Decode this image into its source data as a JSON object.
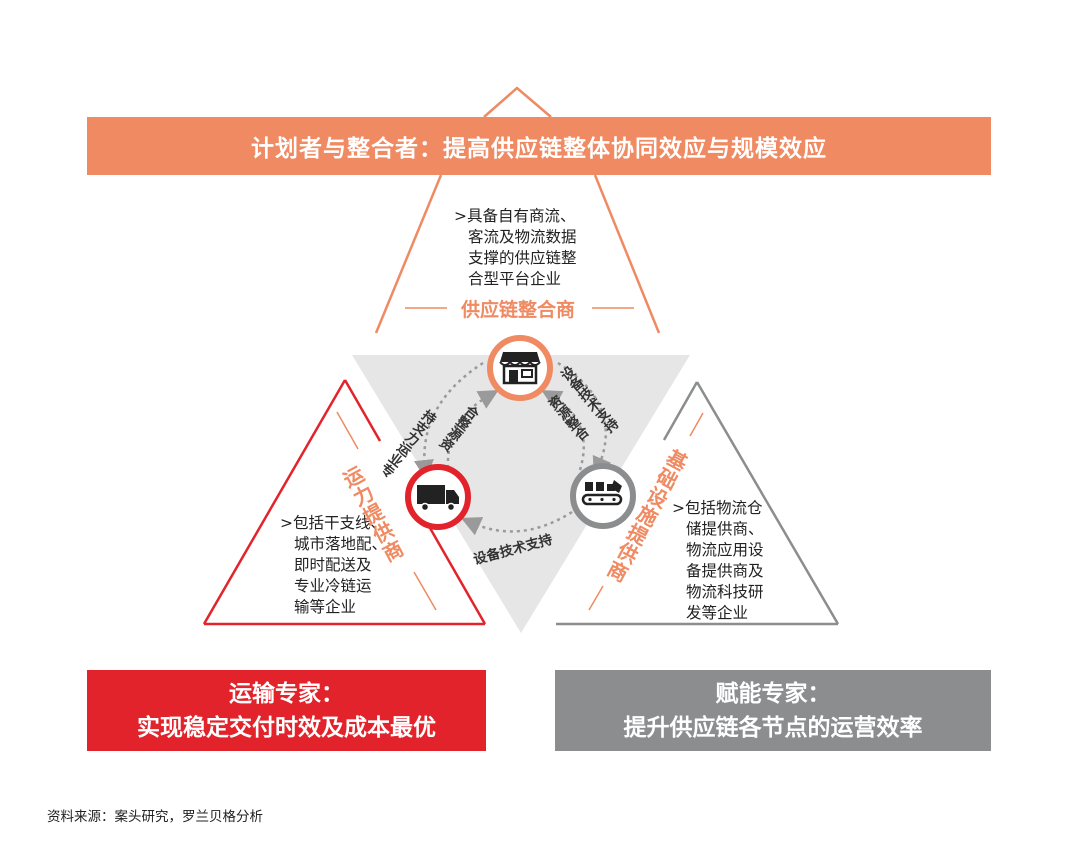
{
  "banners": {
    "top": "计划者与整合者：提高供应链整体协同效应与规模效应",
    "left_line1": "运输专家：",
    "left_line2": "实现稳定交付时效及成本最优",
    "right_line1": "赋能专家：",
    "right_line2": "提升供应链各节点的运营效率"
  },
  "roles": {
    "integrator": {
      "title": "供应链整合商",
      "desc": [
        ">具备自有商流、",
        "客流及物流数据",
        "支撑的供应链整",
        "合型平台企业"
      ]
    },
    "transport": {
      "title": "运力提供商",
      "desc": [
        ">包括干支线、",
        "城市落地配、",
        "即时配送及",
        "专业冷链运",
        "输等企业"
      ]
    },
    "infrastructure": {
      "title": "基础设施提供商",
      "desc": [
        ">包括物流仓",
        "储提供商、",
        "物流应用设",
        "备提供商及",
        "物流科技研",
        "发等企业"
      ]
    }
  },
  "flows": {
    "left_outer": "持支力运业专",
    "left_inner": "合整源资",
    "right_outer": "设备技术支持",
    "right_inner": "资源整合",
    "bottom": "设备技术支持"
  },
  "icons": {
    "integrator": "storefront-icon",
    "transport": "truck-icon",
    "infrastructure": "conveyor-icon"
  },
  "colors": {
    "orange": "#ef8a62",
    "red": "#e2232b",
    "gray": "#8b8d8f",
    "light_gray": "#e6e6e6"
  },
  "source": "资料来源：案头研究，罗兰贝格分析"
}
